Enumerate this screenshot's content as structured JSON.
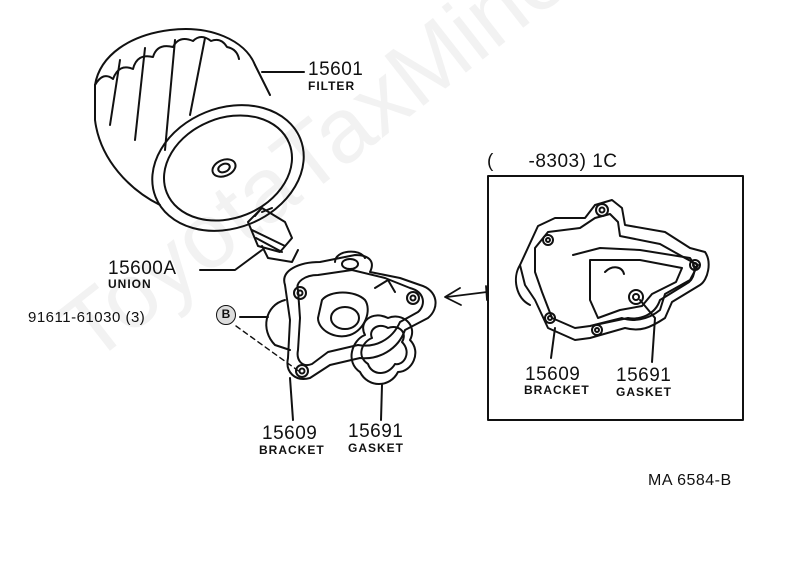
{
  "watermark": "ToyotaTaxMine.ru",
  "filter": {
    "number": "15601",
    "name": "FILTER"
  },
  "union": {
    "number": "15600A",
    "name": "UNION"
  },
  "bolt": {
    "number": "91611-61030 (3)",
    "badge": "B"
  },
  "bracket_main": {
    "number": "15609",
    "name": "BRACKET"
  },
  "gasket_main": {
    "number": "15691",
    "name": "GASKET"
  },
  "inset": {
    "header": "(      -8303) 1C",
    "bracket": {
      "number": "15609",
      "name": "BRACKET"
    },
    "gasket": {
      "number": "15691",
      "name": "GASKET"
    }
  },
  "diagram_code": "MA 6584-B"
}
